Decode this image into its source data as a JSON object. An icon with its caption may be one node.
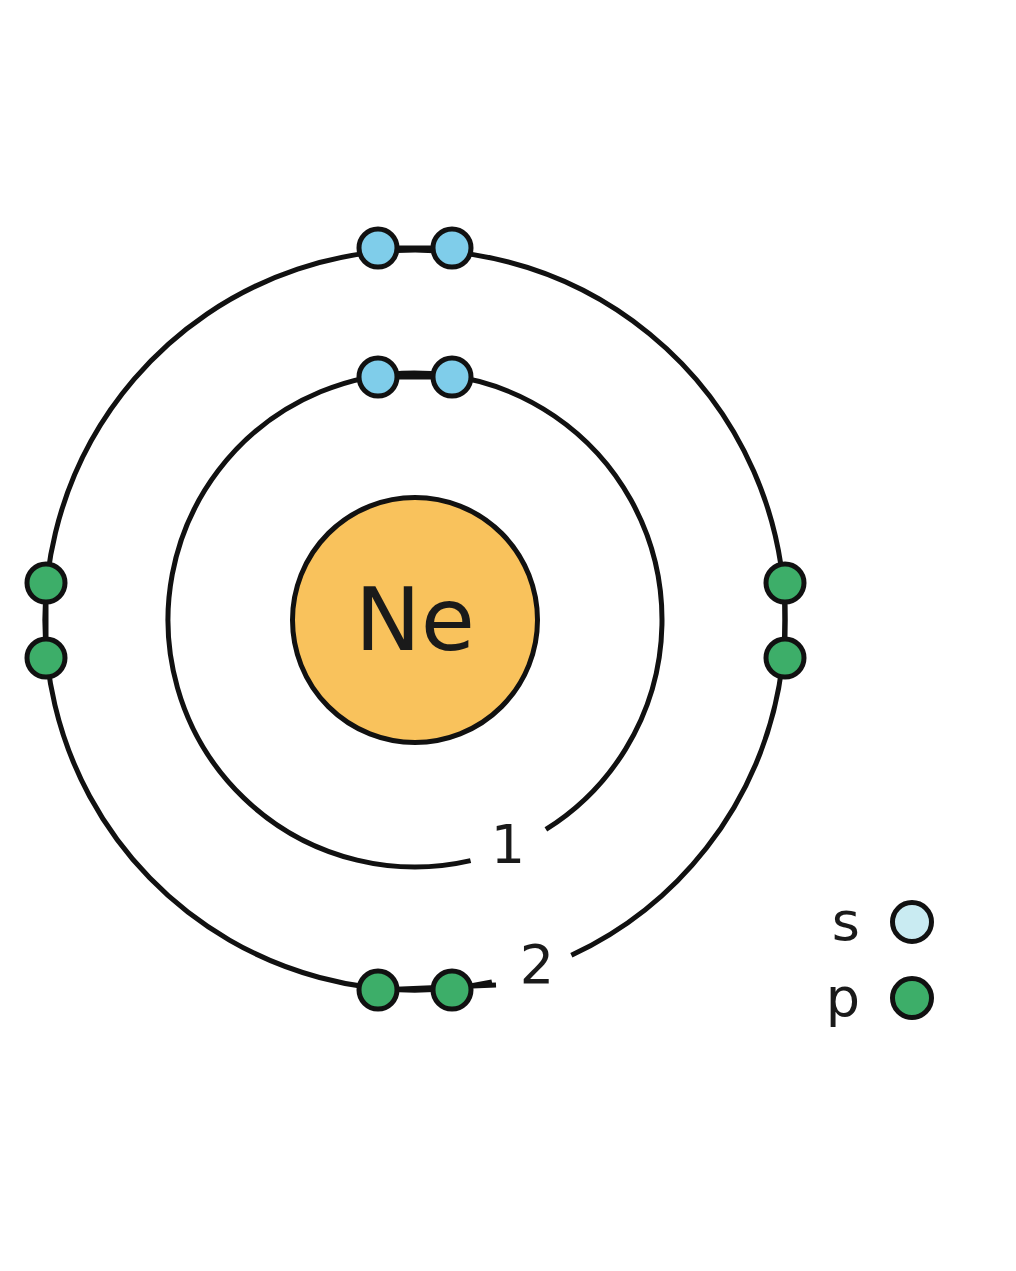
{
  "diagram": {
    "nodes": [
      {
        "text": [
          "Ne"
        ]
      }
    ],
    "labels": [
      "1",
      "2"
    ],
    "legend": [
      {
        "text": "s",
        "color": "#c9ebf2"
      },
      {
        "text": "p",
        "color": "#3dae69"
      }
    ]
  }
}
